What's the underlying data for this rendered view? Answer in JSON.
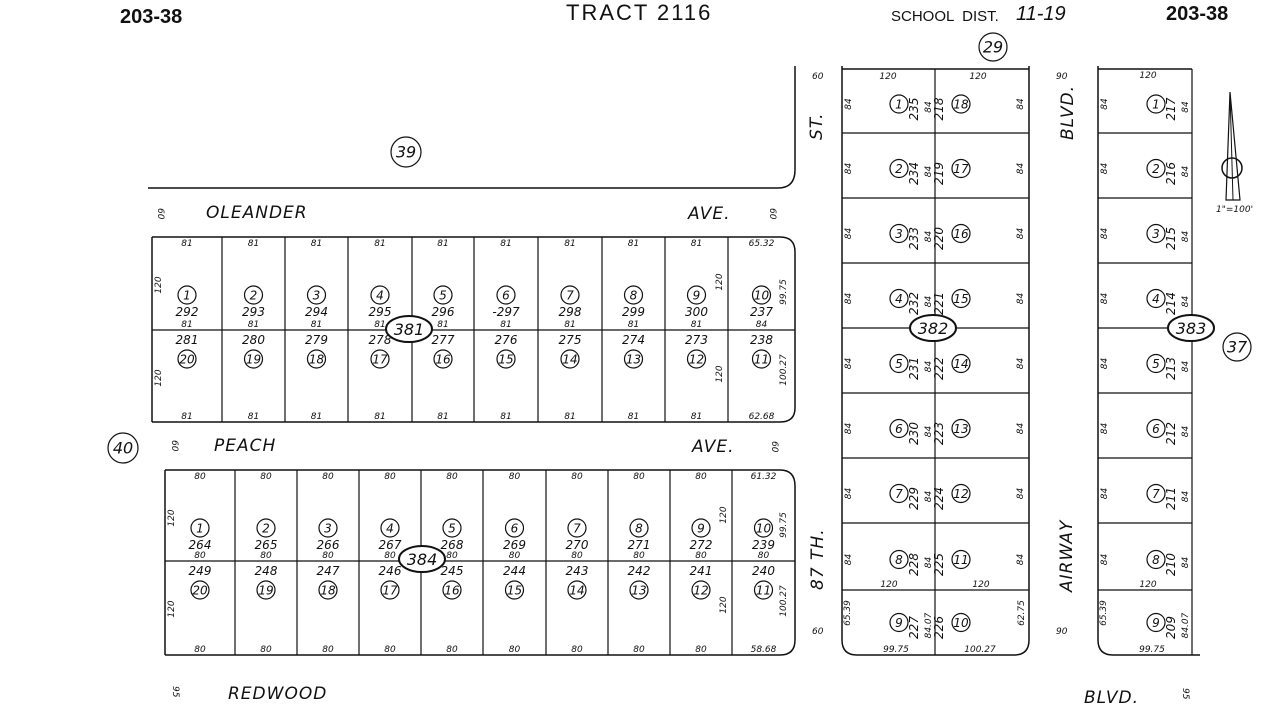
{
  "header": {
    "page_left": "203-38",
    "title": "TRACT 2116",
    "school_dist_label": "SCHOOL  DIST.",
    "school_dist_value": "11-19",
    "page_right": "203-38"
  },
  "circled_numbers": [
    "39",
    "29",
    "37",
    "40"
  ],
  "scale_label": "1\"=100'",
  "streets": {
    "oleander_left": "OLEANDER",
    "oleander_right": "AVE.",
    "peach_left": "PEACH",
    "peach_right": "AVE.",
    "redwood": "REDWOOD",
    "redwood_blvd": "BLVD.",
    "st": "ST.",
    "eighty_seventh": "87 TH.",
    "airway": "AIRWAY",
    "airway_blvd": "BLVD."
  },
  "row_widths": {
    "w60": "60",
    "w90": "90",
    "w95": "95",
    "w120": "120",
    "w84": "84"
  },
  "block_381": {
    "label": "381",
    "top_dims": [
      "81",
      "81",
      "81",
      "81",
      "81",
      "81",
      "81",
      "81",
      "81",
      "65.32"
    ],
    "upper_lots": [
      "1",
      "2",
      "3",
      "4",
      "5",
      "6",
      "7",
      "8",
      "9",
      "10"
    ],
    "upper_apn": [
      "292",
      "293",
      "294",
      "295",
      "296",
      "-297",
      "298",
      "299",
      "300",
      "237"
    ],
    "mid_dims": [
      "81",
      "81",
      "81",
      "81",
      "81",
      "81",
      "81",
      "81",
      "81",
      "84"
    ],
    "lower_apn": [
      "281",
      "280",
      "279",
      "278",
      "277",
      "276",
      "275",
      "274",
      "273",
      "238"
    ],
    "lower_lots": [
      "20",
      "19",
      "18",
      "17",
      "16",
      "15",
      "14",
      "13",
      "12",
      "11"
    ],
    "bottom_dims": [
      "81",
      "81",
      "81",
      "81",
      "81",
      "81",
      "81",
      "81",
      "81",
      "62.68"
    ],
    "side_dims": {
      "left_upper": "120",
      "left_lower": "120",
      "inner_upper": "120",
      "inner_lower": "120",
      "right_upper": "99.75",
      "right_lower": "100.27"
    }
  },
  "block_384": {
    "label": "384",
    "top_dims": [
      "80",
      "80",
      "80",
      "80",
      "80",
      "80",
      "80",
      "80",
      "80",
      "61.32"
    ],
    "upper_lots": [
      "1",
      "2",
      "3",
      "4",
      "5",
      "6",
      "7",
      "8",
      "9",
      "10"
    ],
    "upper_apn": [
      "264",
      "265",
      "266",
      "267",
      "268",
      "269",
      "270",
      "271",
      "272",
      "239"
    ],
    "mid_dims": [
      "80",
      "80",
      "80",
      "80",
      "80",
      "80",
      "80",
      "80",
      "80",
      "80"
    ],
    "lower_apn": [
      "249",
      "248",
      "247",
      "246",
      "245",
      "244",
      "243",
      "242",
      "241",
      "240"
    ],
    "lower_lots": [
      "20",
      "19",
      "18",
      "17",
      "16",
      "15",
      "14",
      "13",
      "12",
      "11"
    ],
    "bottom_dims": [
      "80",
      "80",
      "80",
      "80",
      "80",
      "80",
      "80",
      "80",
      "80",
      "58.68"
    ],
    "side_dims": {
      "left_upper": "120",
      "left_lower": "120",
      "inner_upper": "120",
      "inner_lower": "120",
      "right_upper": "99.75",
      "right_lower": "100.27"
    }
  },
  "block_382": {
    "label": "382",
    "top_dims": [
      "120",
      "120"
    ],
    "left_lots": [
      "1",
      "2",
      "3",
      "4",
      "5",
      "6",
      "7",
      "8",
      "9"
    ],
    "left_apn": [
      "235",
      "234",
      "233",
      "232",
      "231",
      "230",
      "229",
      "228",
      "227"
    ],
    "right_lots": [
      "18",
      "17",
      "16",
      "15",
      "14",
      "13",
      "12",
      "11",
      "10"
    ],
    "right_apn": [
      "218",
      "219",
      "220",
      "221",
      "222",
      "223",
      "224",
      "225",
      "226"
    ],
    "row_depth": "84",
    "last_left_depth": "84.07",
    "lower_dims": [
      "120",
      "120"
    ],
    "bottom_dims": [
      "99.75",
      "100.27"
    ],
    "left_side_bottom": "65.39",
    "right_side_bottom": "62.75"
  },
  "block_383": {
    "label": "383",
    "top_dim": "120",
    "lots": [
      "1",
      "2",
      "3",
      "4",
      "5",
      "6",
      "7",
      "8",
      "9"
    ],
    "apn": [
      "217",
      "216",
      "215",
      "214",
      "213",
      "212",
      "211",
      "210",
      "209"
    ],
    "row_depth": "84",
    "last_depth": "84.07",
    "lower_dim": "120",
    "bottom_dim": "99.75",
    "left_side_bottom": "65.39"
  }
}
